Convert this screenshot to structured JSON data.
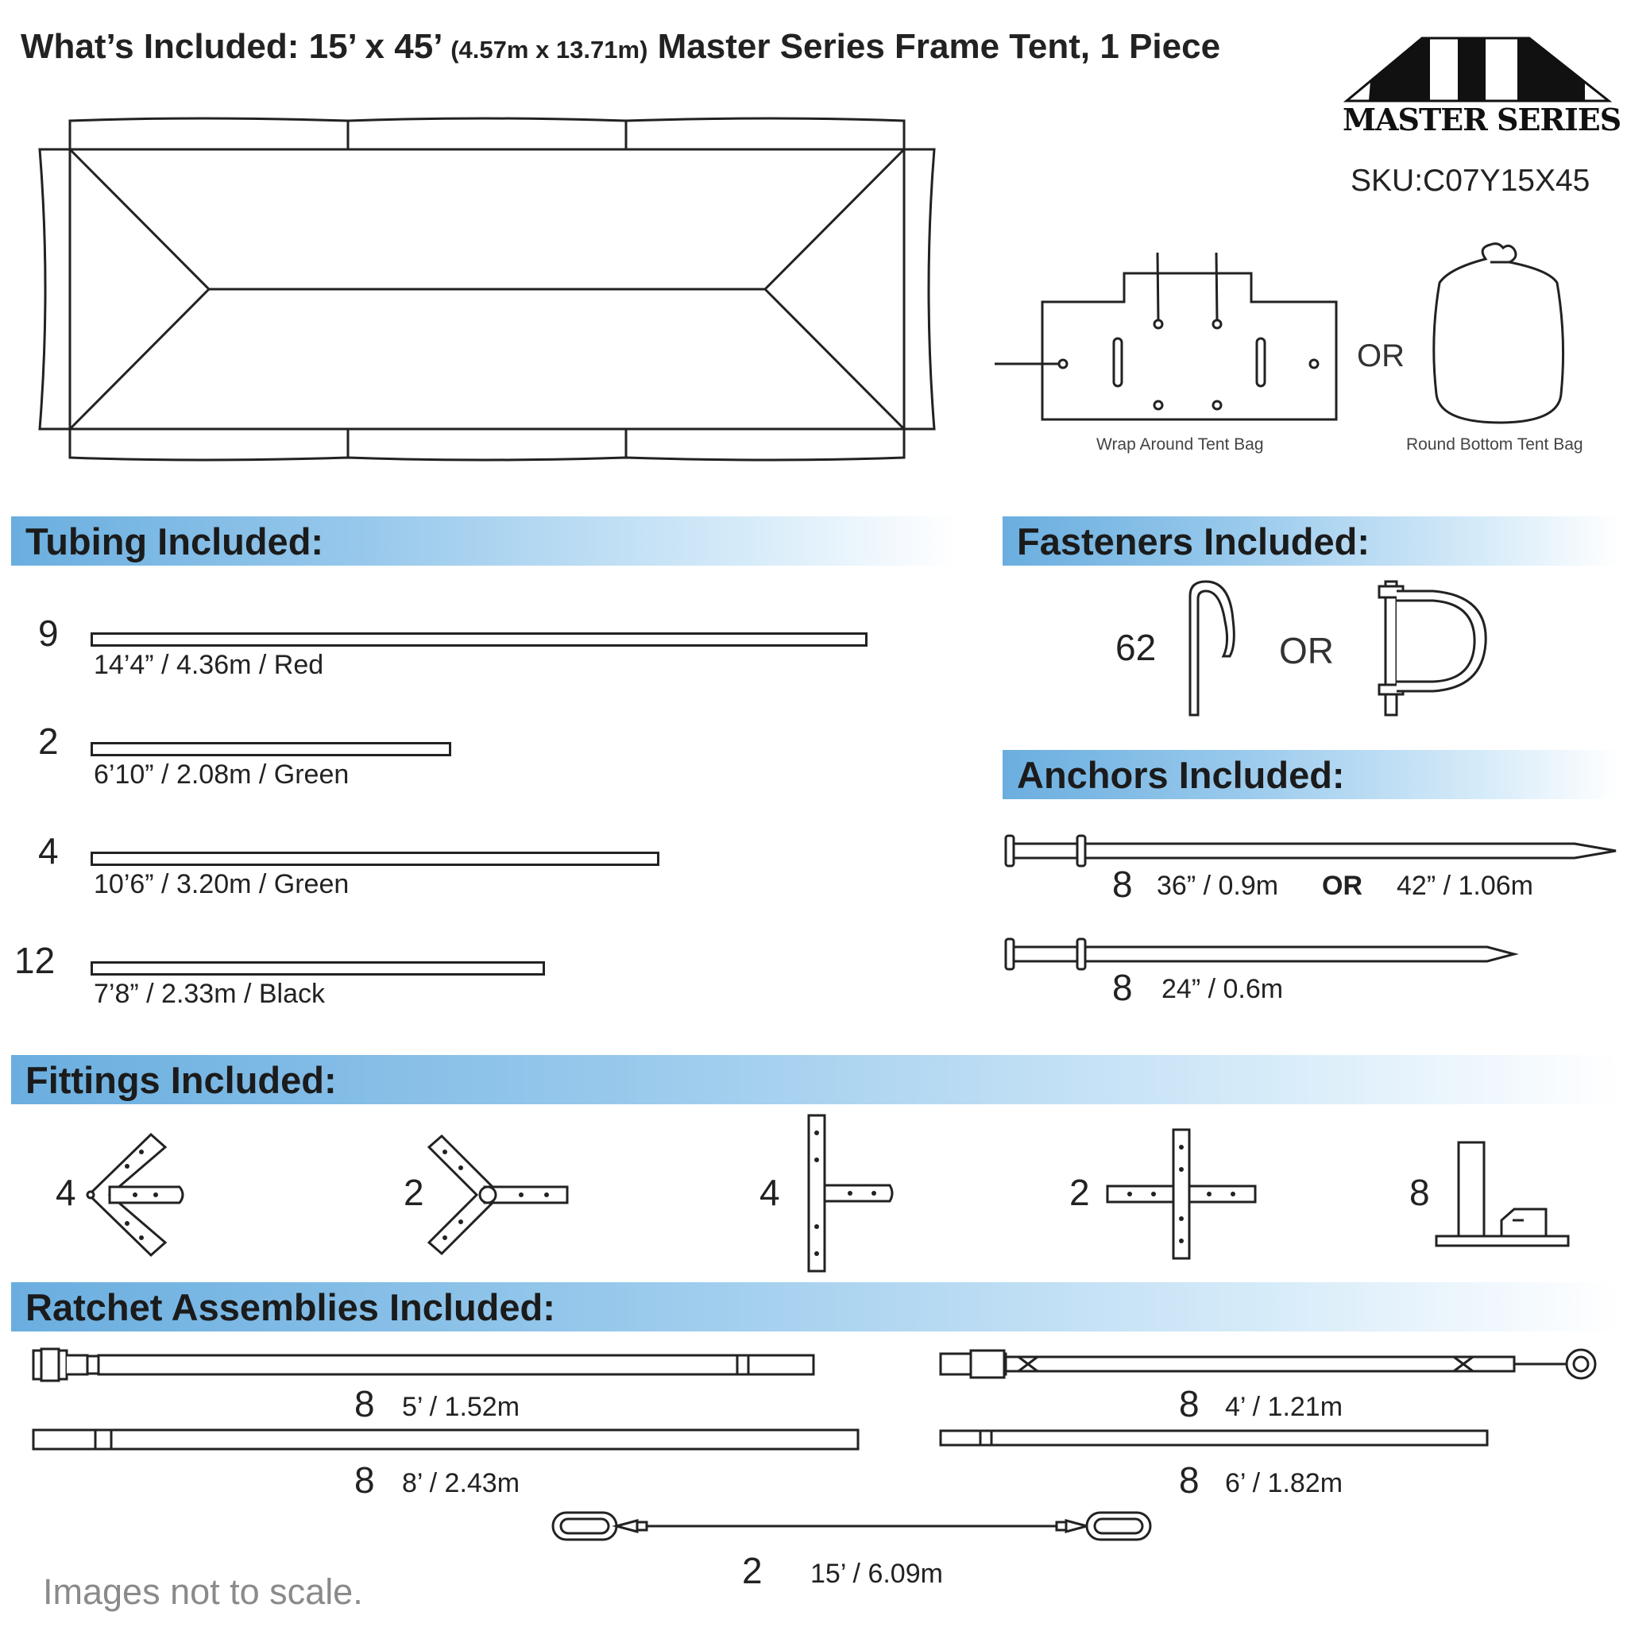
{
  "header": {
    "title_main": "What’s Included: 15’ x 45’",
    "title_metric": "(4.57m x 13.71m)",
    "title_rest": "Master Series Frame Tent, 1 Piece"
  },
  "brand": {
    "name": "MASTER SERIES",
    "sku": "SKU:C07Y15X45"
  },
  "bags": {
    "wrap_label": "Wrap Around Tent Bag",
    "or_label": "OR",
    "round_label": "Round Bottom Tent Bag"
  },
  "sections": {
    "tubing": "Tubing Included:",
    "fasteners": "Fasteners Included:",
    "anchors": "Anchors Included:",
    "fittings": "Fittings Included:",
    "ratchets": "Ratchet Assemblies Included:"
  },
  "tubing": [
    {
      "qty": "9",
      "spec": "14’4” / 4.36m  /  Red"
    },
    {
      "qty": "2",
      "spec": "6’10” / 2.08m  /  Green"
    },
    {
      "qty": "4",
      "spec": "10’6” / 3.20m  /  Green"
    },
    {
      "qty": "12",
      "spec": "7’8” / 2.33m  /  Black"
    }
  ],
  "fasteners": {
    "qty": "62",
    "or_label": "OR"
  },
  "anchors": [
    {
      "qty": "8",
      "spec_a": "36” / 0.9m",
      "or_label": "OR",
      "spec_b": "42” / 1.06m"
    },
    {
      "qty": "8",
      "spec": "24” / 0.6m"
    }
  ],
  "fittings": [
    {
      "qty": "4",
      "icon": "corner-fitting-icon"
    },
    {
      "qty": "2",
      "icon": "ridge-fitting-icon"
    },
    {
      "qty": "4",
      "icon": "tee-fitting-icon"
    },
    {
      "qty": "2",
      "icon": "cross-fitting-icon"
    },
    {
      "qty": "8",
      "icon": "foot-plate-icon"
    }
  ],
  "ratchets": [
    {
      "qty": "8",
      "spec": "5’ / 1.52m"
    },
    {
      "qty": "8",
      "spec": "4’ / 1.21m"
    },
    {
      "qty": "8",
      "spec": "8’ / 2.43m"
    },
    {
      "qty": "8",
      "spec": "6’ / 1.82m"
    },
    {
      "qty": "2",
      "spec": "15’ / 6.09m"
    }
  ],
  "footer": {
    "note": "Images not to scale."
  },
  "colors": {
    "band_start": "#6aaedf",
    "band_end": "#ffffff",
    "line": "#222222"
  }
}
